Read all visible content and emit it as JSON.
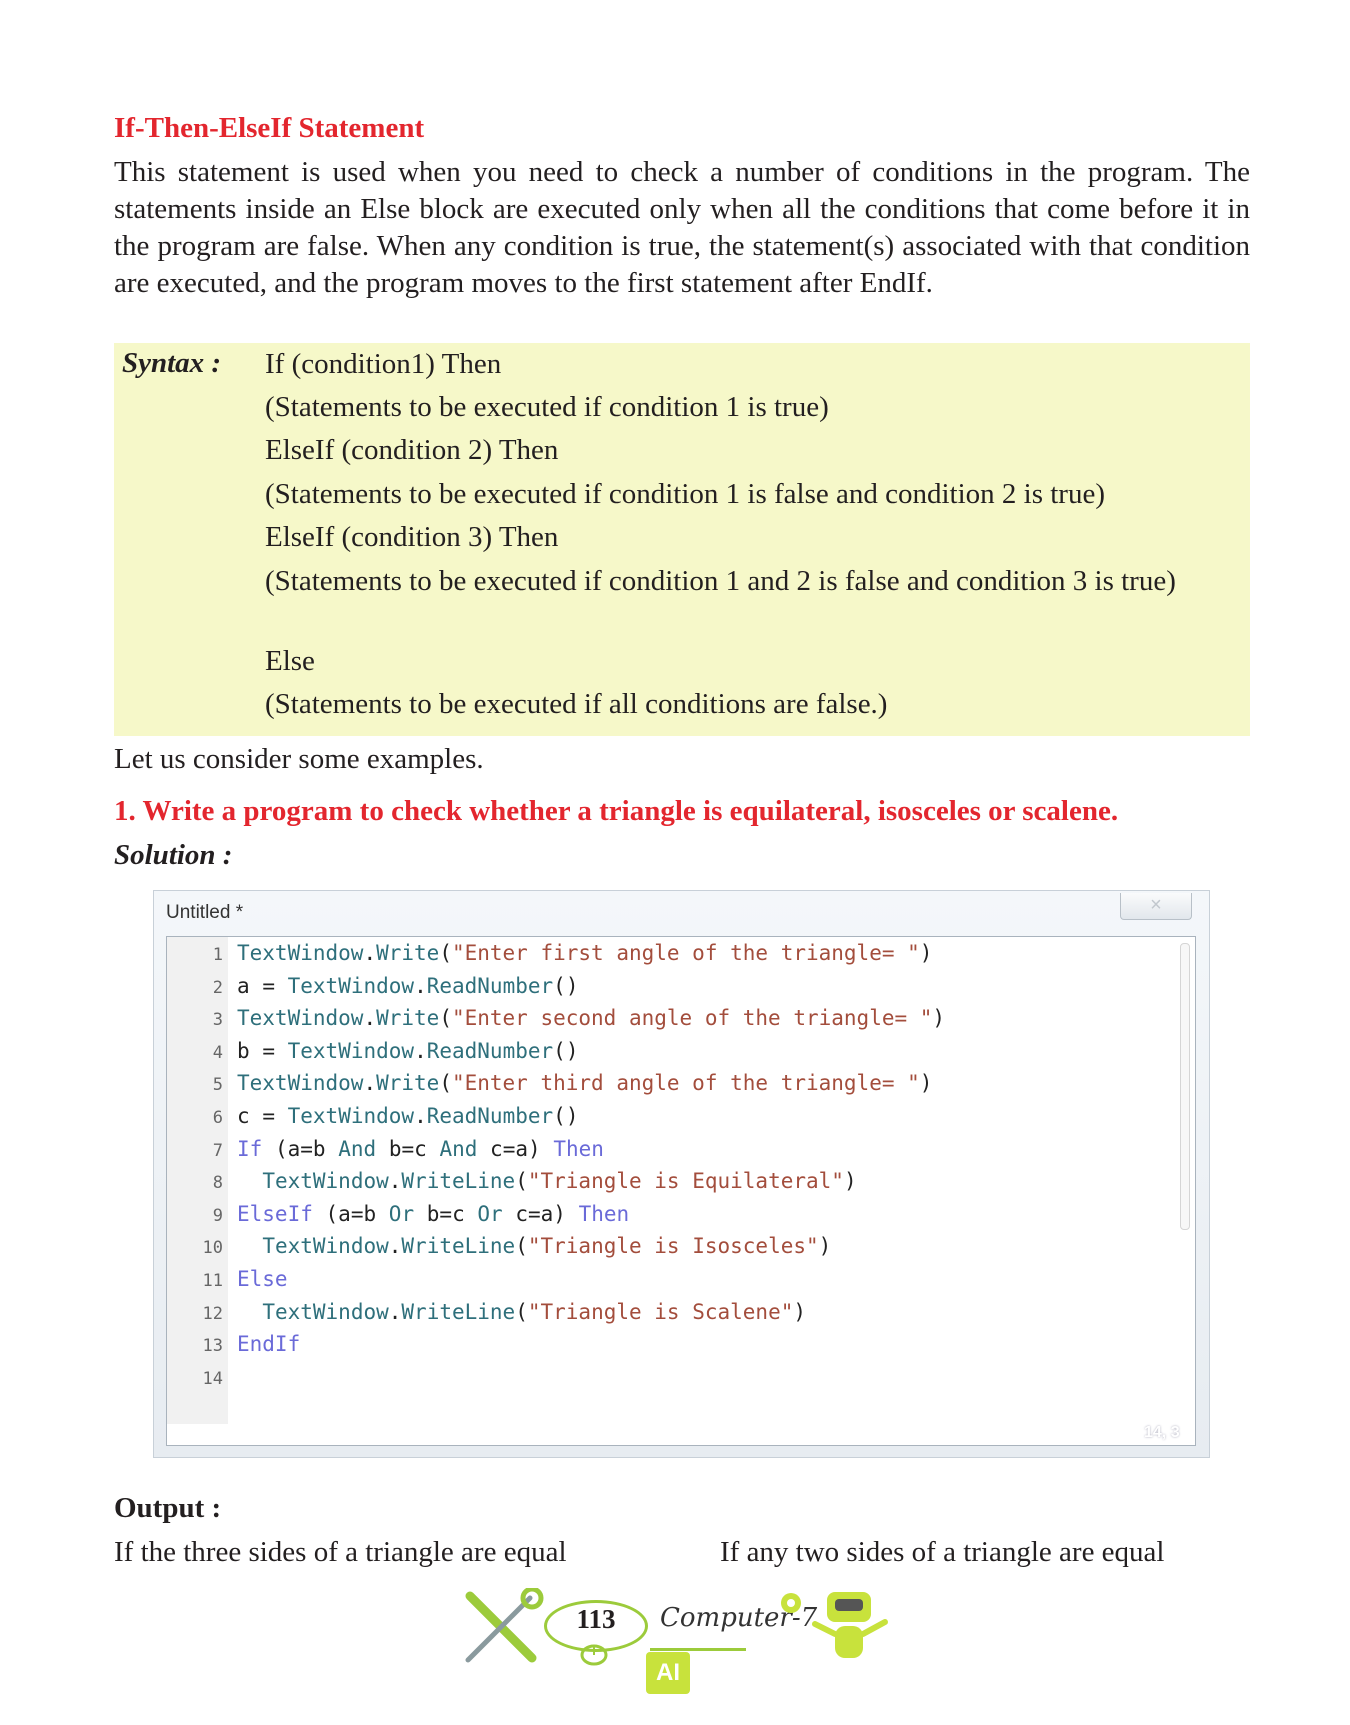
{
  "heading": "If-Then-ElseIf Statement",
  "intro": "This statement is used when you need to check a number of conditions in the program. The statements inside an Else block are executed only when all the conditions that come before it in the program are false. When any condition is true, the statement(s) associated with that condition are executed, and the program moves to the first statement after EndIf.",
  "syntax": {
    "label": "Syntax :",
    "lines": [
      "If (condition1) Then",
      "(Statements to be executed if condition 1 is true)",
      "ElseIf (condition 2) Then",
      "(Statements to be executed if condition 1 is false and condition 2 is true)",
      "ElseIf (condition 3) Then",
      "(Statements to be executed if condition 1 and 2 is false and condition 3 is true)",
      "Else",
      "(Statements to be executed if all conditions are false.)"
    ]
  },
  "examples_text": "Let us consider some examples.",
  "question": "1. Write a program to check whether a triangle is equilateral, isosceles or scalene.",
  "solution_label": "Solution :",
  "editor": {
    "title": "Untitled *",
    "close": "×",
    "status": "14, 3",
    "lines": [
      {
        "n": "1",
        "text": "TextWindow.Write(\"Enter first angle of the triangle= \")"
      },
      {
        "n": "2",
        "text": "a = TextWindow.ReadNumber()"
      },
      {
        "n": "3",
        "text": "TextWindow.Write(\"Enter second angle of the triangle= \")"
      },
      {
        "n": "4",
        "text": "b = TextWindow.ReadNumber()"
      },
      {
        "n": "5",
        "text": "TextWindow.Write(\"Enter third angle of the triangle= \")"
      },
      {
        "n": "6",
        "text": "c = TextWindow.ReadNumber()"
      },
      {
        "n": "7",
        "text": "If (a=b And b=c And c=a) Then"
      },
      {
        "n": "8",
        "text": "  TextWindow.WriteLine(\"Triangle is Equilateral\")"
      },
      {
        "n": "9",
        "text": "ElseIf (a=b Or b=c Or c=a) Then"
      },
      {
        "n": "10",
        "text": "  TextWindow.WriteLine(\"Triangle is Isosceles\")"
      },
      {
        "n": "11",
        "text": "Else"
      },
      {
        "n": "12",
        "text": "  TextWindow.WriteLine(\"Triangle is Scalene\")"
      },
      {
        "n": "13",
        "text": "EndIf"
      },
      {
        "n": "14",
        "text": ""
      }
    ]
  },
  "output_label": "Output :",
  "output_left": "If the three sides of a triangle are equal",
  "output_right": "If any two sides of a triangle are equal",
  "footer": {
    "page_number": "113",
    "book": "Computer-7",
    "badge": "AI"
  }
}
